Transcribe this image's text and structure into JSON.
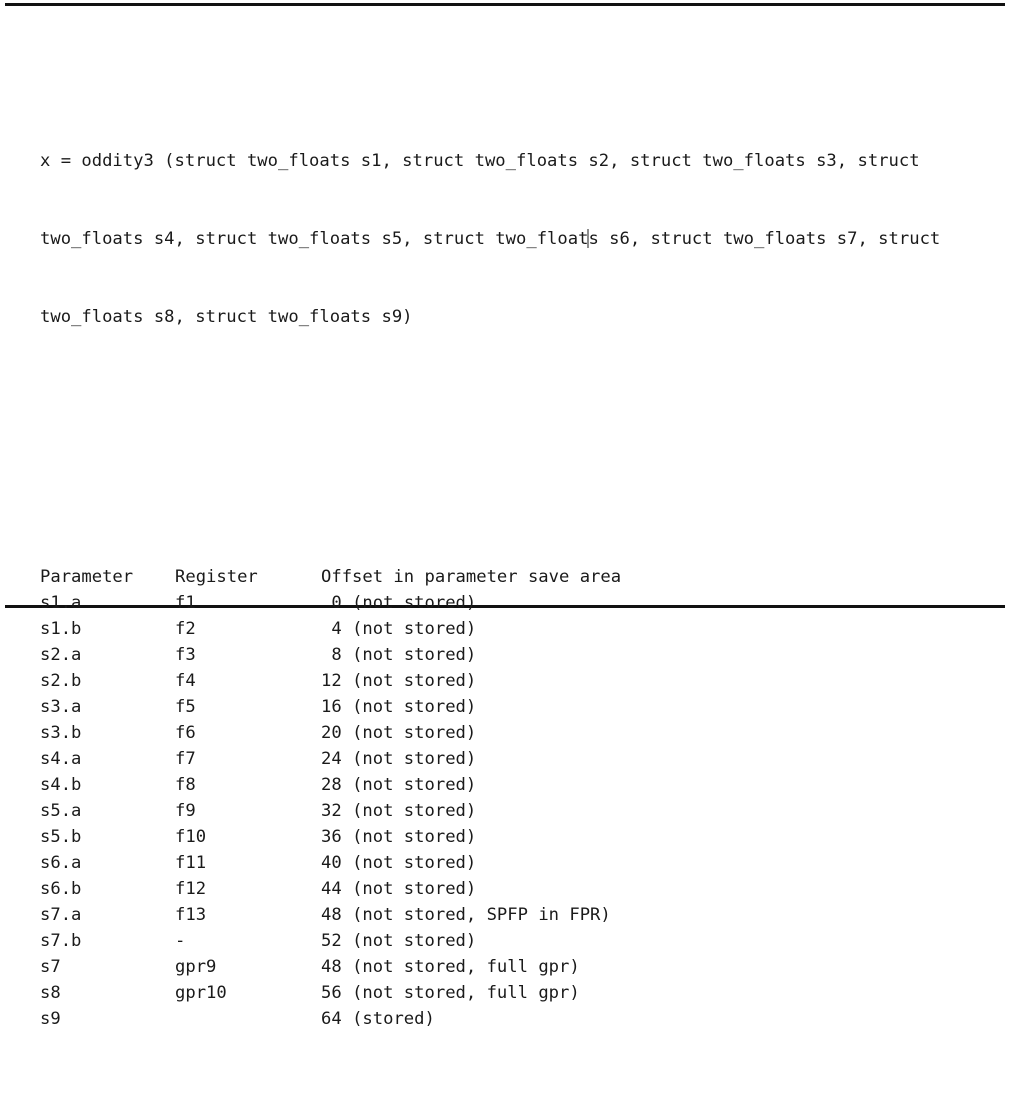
{
  "document": {
    "signature_lines": [
      "x = oddity3 (struct two_floats s1, struct two_floats s2, struct two_floats s3, struct",
      "two_floats s4, struct two_floats s5, struct two_float",
      "s s6, struct two_floats s7, struct",
      "two_floats s8, struct two_floats s9)"
    ],
    "caret_present": true,
    "table": {
      "headers": {
        "parameter": "Parameter",
        "register": "Register",
        "offset": "Offset in parameter save area"
      },
      "rows": [
        {
          "parameter": "s1.a",
          "register": "f1",
          "offset": "0",
          "note": "(not stored)"
        },
        {
          "parameter": "s1.b",
          "register": "f2",
          "offset": "4",
          "note": "(not stored)"
        },
        {
          "parameter": "s2.a",
          "register": "f3",
          "offset": "8",
          "note": "(not stored)"
        },
        {
          "parameter": "s2.b",
          "register": "f4",
          "offset": "12",
          "note": "(not stored)"
        },
        {
          "parameter": "s3.a",
          "register": "f5",
          "offset": "16",
          "note": "(not stored)"
        },
        {
          "parameter": "s3.b",
          "register": "f6",
          "offset": "20",
          "note": "(not stored)"
        },
        {
          "parameter": "s4.a",
          "register": "f7",
          "offset": "24",
          "note": "(not stored)"
        },
        {
          "parameter": "s4.b",
          "register": "f8",
          "offset": "28",
          "note": "(not stored)"
        },
        {
          "parameter": "s5.a",
          "register": "f9",
          "offset": "32",
          "note": "(not stored)"
        },
        {
          "parameter": "s5.b",
          "register": "f10",
          "offset": "36",
          "note": "(not stored)"
        },
        {
          "parameter": "s6.a",
          "register": "f11",
          "offset": "40",
          "note": "(not stored)"
        },
        {
          "parameter": "s6.b",
          "register": "f12",
          "offset": "44",
          "note": "(not stored)"
        },
        {
          "parameter": "s7.a",
          "register": "f13",
          "offset": "48",
          "note": "(not stored, SPFP in FPR)"
        },
        {
          "parameter": "s7.b",
          "register": "-",
          "offset": "52",
          "note": "(not stored)"
        },
        {
          "parameter": "s7",
          "register": "gpr9",
          "offset": "48",
          "note": "(not stored, full gpr)"
        },
        {
          "parameter": "s8",
          "register": "gpr10",
          "offset": "56",
          "note": "(not stored, full gpr)"
        },
        {
          "parameter": "s9",
          "register": "",
          "offset": "64",
          "note": "(stored)"
        }
      ]
    },
    "colors": {
      "background": "#ffffff",
      "text": "#1a1a1a",
      "rule": "#111111",
      "caret": "#8d8d8d"
    }
  }
}
